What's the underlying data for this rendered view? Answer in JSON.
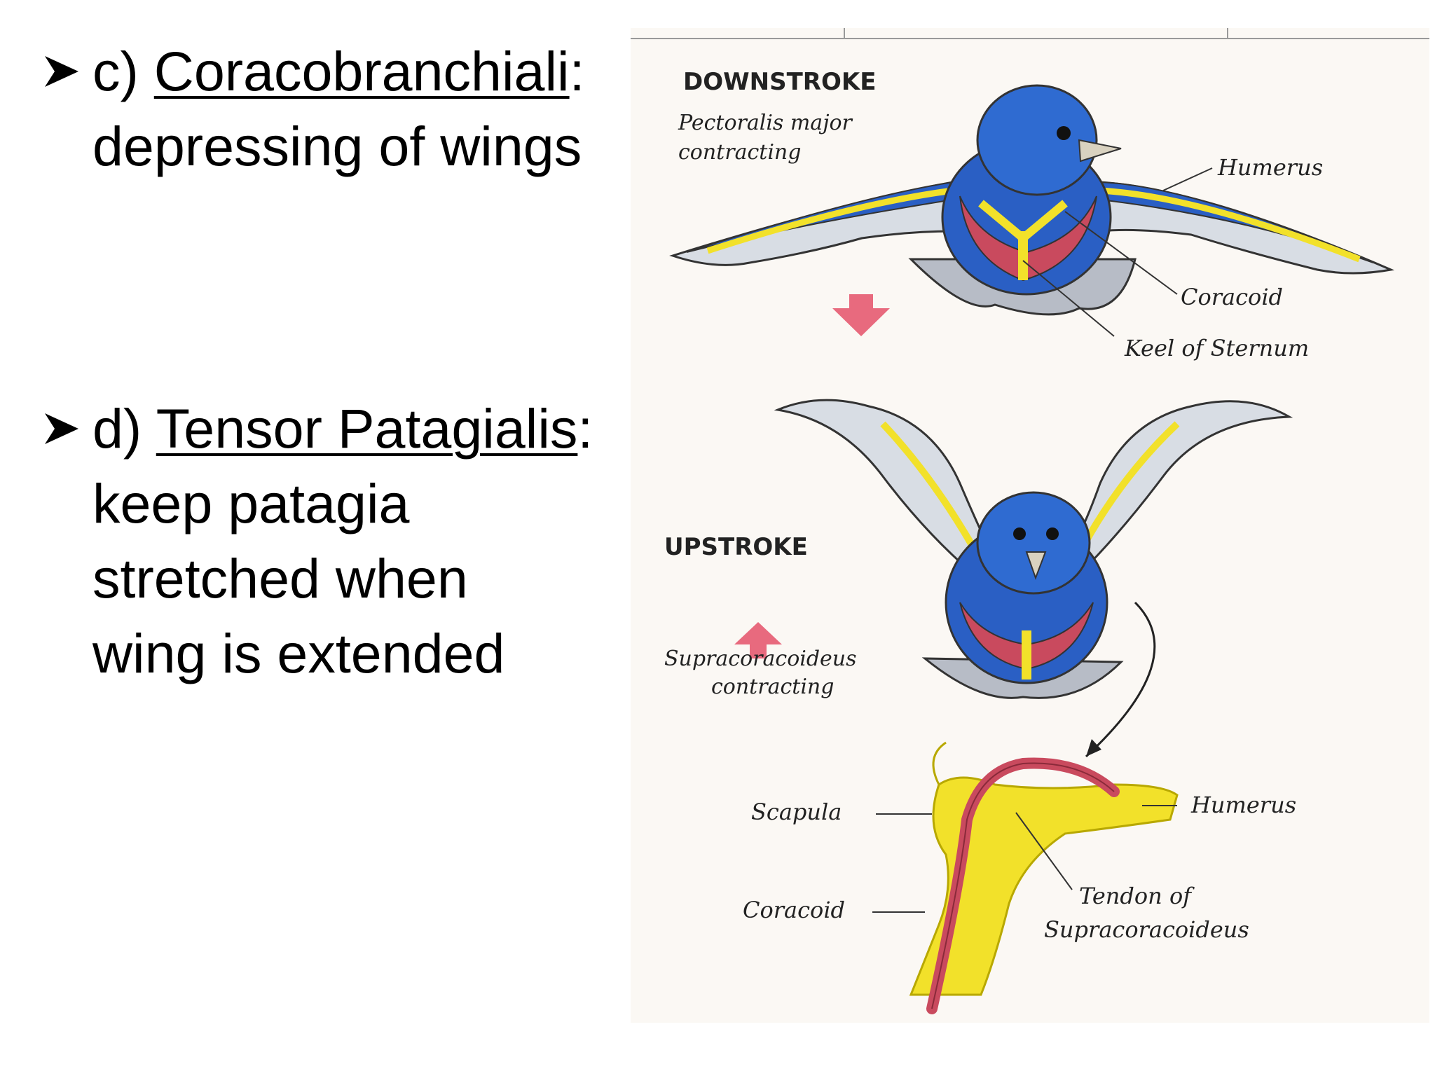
{
  "bullets": [
    {
      "prefix": "c) ",
      "term": "Coracobranchiali",
      "suffix": ":",
      "lines": [
        "depressing of wings"
      ]
    },
    {
      "prefix": "d) ",
      "term": "Tensor Patagialis",
      "suffix": ":",
      "lines": [
        "keep patagia",
        "stretched when",
        "wing is extended"
      ]
    }
  ],
  "figure": {
    "downstroke": {
      "heading": "DOWNSTROKE",
      "muscle_line1": "Pectoralis major",
      "muscle_line2": "contracting",
      "humerus": "Humerus",
      "coracoid": "Coracoid",
      "keel": "Keel  of  Sternum"
    },
    "upstroke": {
      "heading": "UPSTROKE",
      "muscle_line1": "Supracoracoideus",
      "muscle_line2": "contracting"
    },
    "joint": {
      "scapula": "Scapula",
      "coracoid": "Coracoid",
      "humerus": "Humerus",
      "tendon_line1": "Tendon  of",
      "tendon_line2": "Supracoracoideus"
    },
    "colors": {
      "bird_blue": "#2a5fc4",
      "bone_yellow": "#f2e12a",
      "muscle_red": "#c94a5e",
      "arrow_pink": "#e86a7e",
      "feather_gray": "#b7bcc6"
    }
  }
}
